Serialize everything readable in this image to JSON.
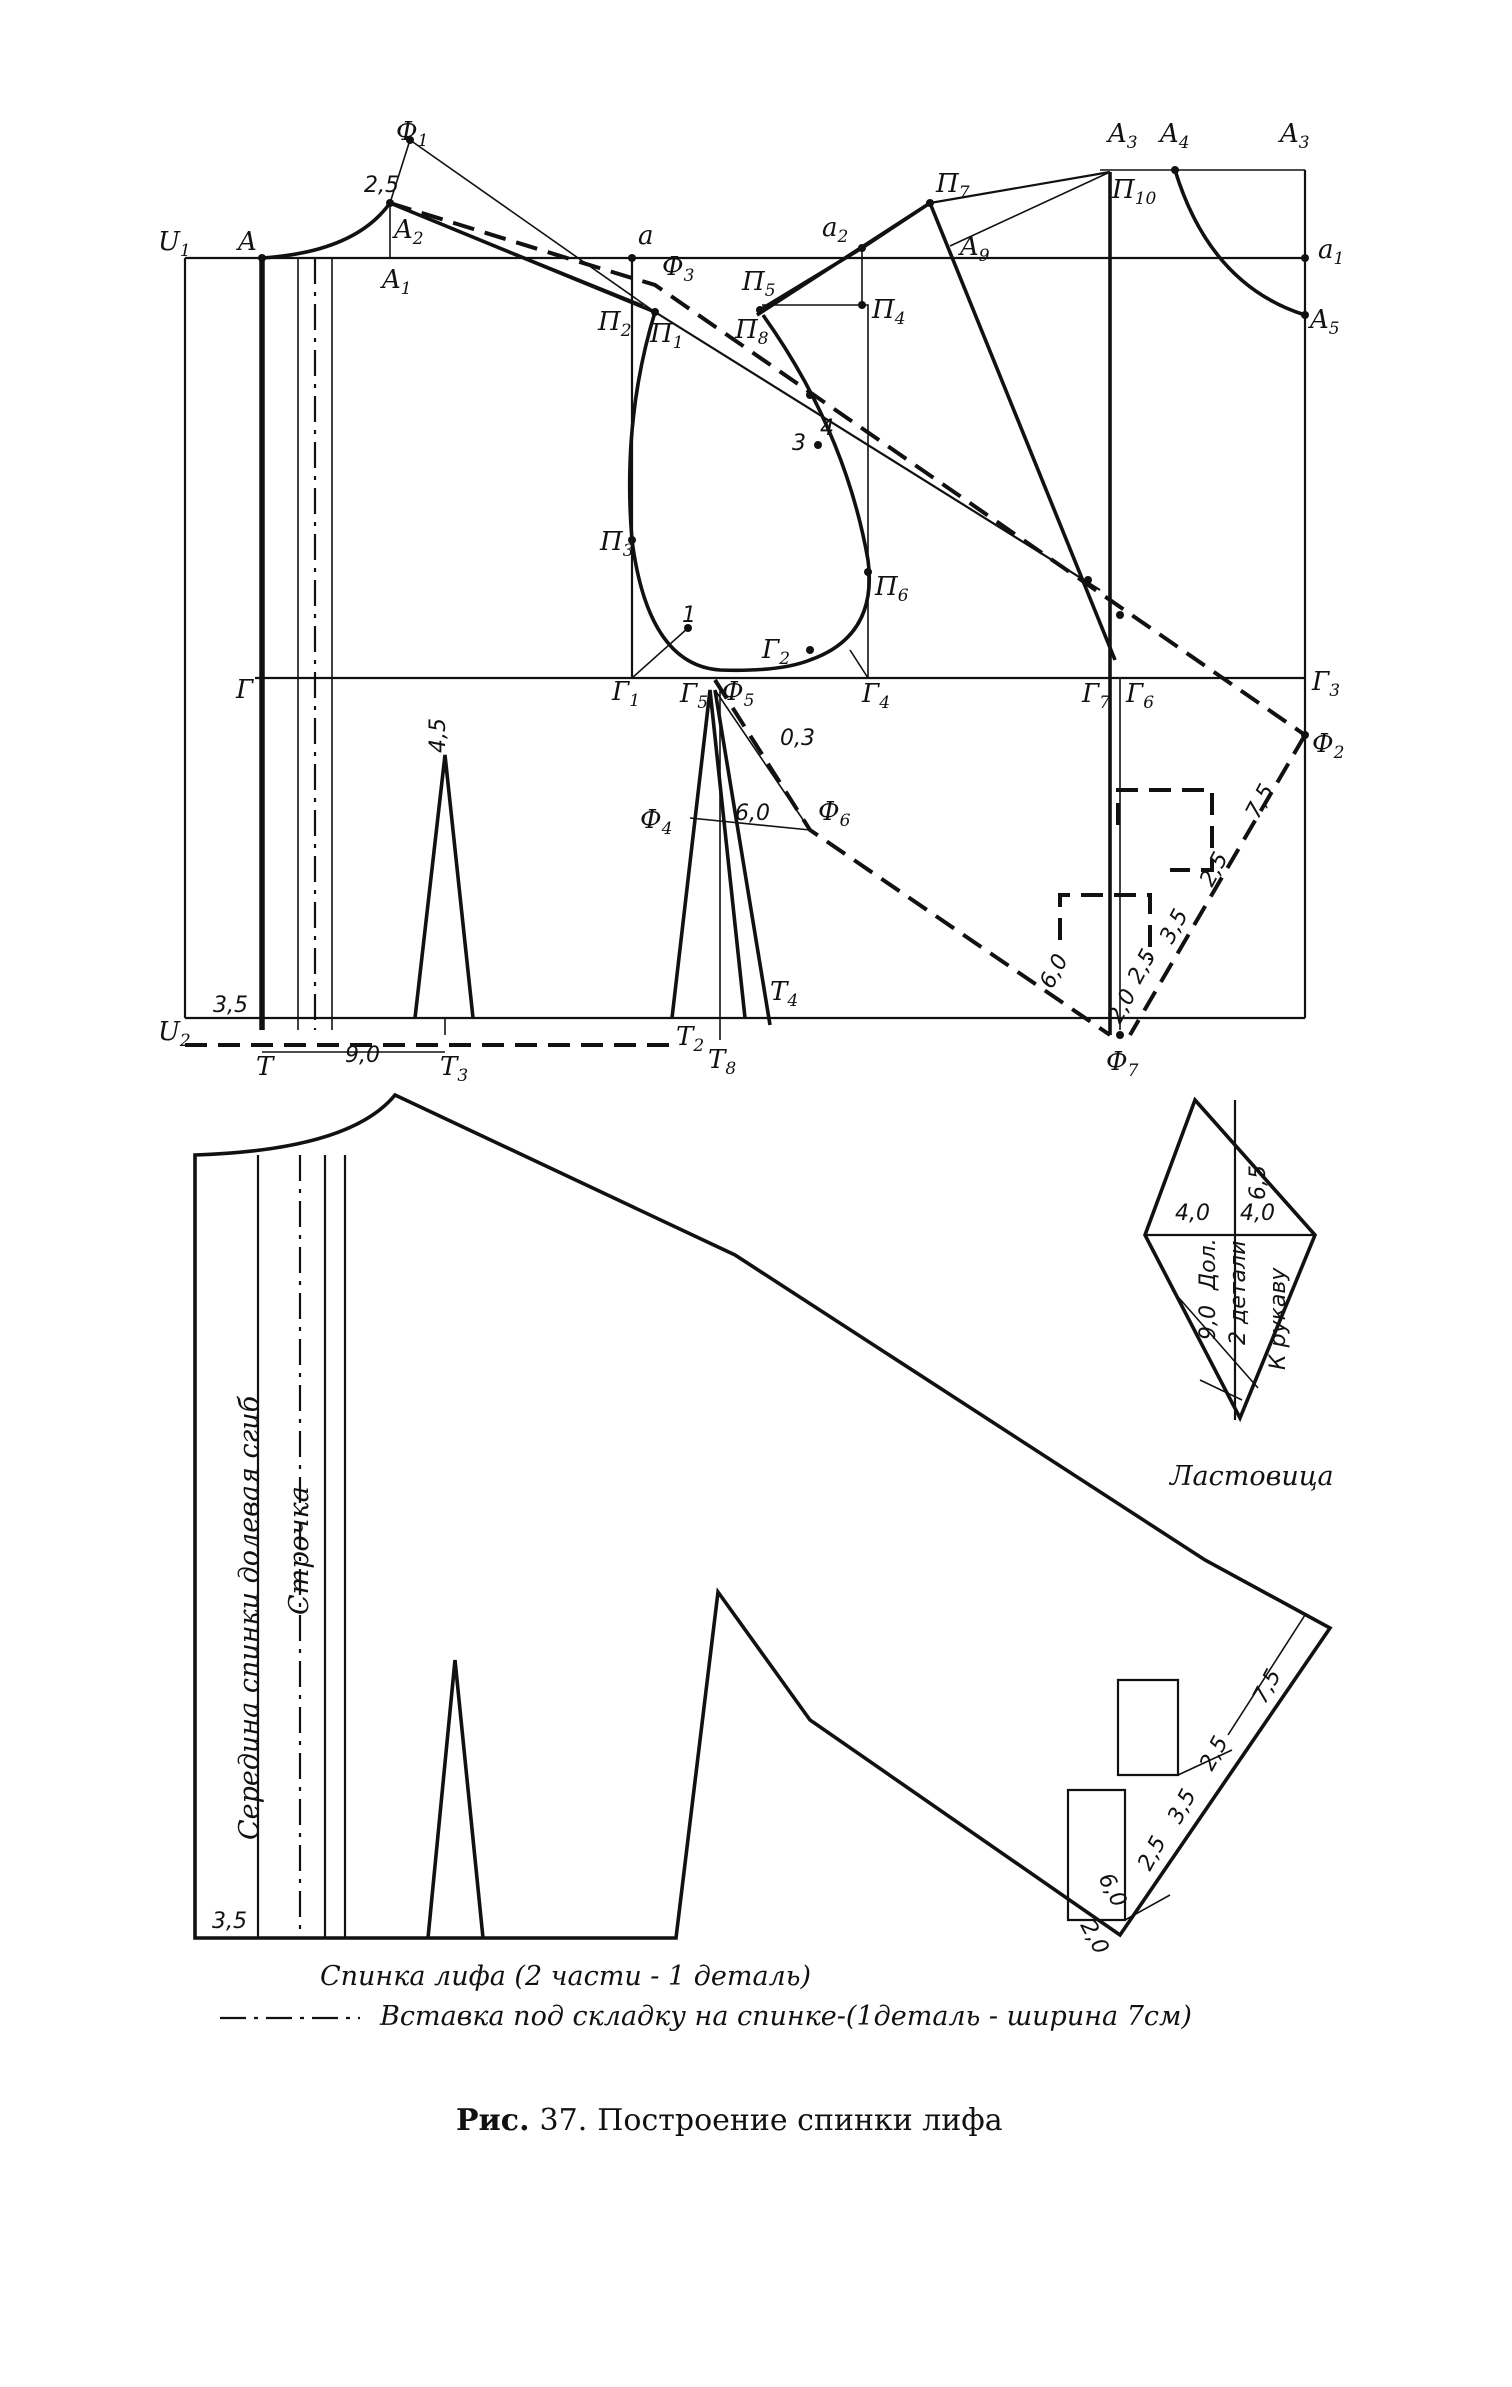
{
  "points": {
    "U1": "U",
    "U1_sub": "1",
    "U2": "U",
    "U2_sub": "2",
    "A": "A",
    "A1": "A",
    "A1_sub": "1",
    "A2": "A",
    "A2_sub": "2",
    "A3": "A",
    "A3_sub": "3",
    "A3b": "A",
    "A3b_sub": "3",
    "A4": "A",
    "A4_sub": "4",
    "A5": "A",
    "A5_sub": "5",
    "A9": "A",
    "A9_sub": "9",
    "a": "a",
    "a1": "a",
    "a1_sub": "1",
    "a2": "a",
    "a2_sub": "2",
    "F1": "Ф",
    "F1_sub": "1",
    "F2": "Ф",
    "F2_sub": "2",
    "F3": "Ф",
    "F3_sub": "3",
    "F4": "Ф",
    "F4_sub": "4",
    "F5": "Ф",
    "F5_sub": "5",
    "F6": "Ф",
    "F6_sub": "6",
    "F7": "Ф",
    "F7_sub": "7",
    "P1": "П",
    "P1_sub": "1",
    "P2": "П",
    "P2_sub": "2",
    "P3": "П",
    "P3_sub": "3",
    "P4": "П",
    "P4_sub": "4",
    "P5": "П",
    "P5_sub": "5",
    "P6": "П",
    "P6_sub": "6",
    "P7": "П",
    "P7_sub": "7",
    "P8": "П",
    "P8_sub": "8",
    "P10": "П",
    "P10_sub": "10",
    "G": "Г",
    "G1": "Г",
    "G1_sub": "1",
    "G2": "Г",
    "G2_sub": "2",
    "G3": "Г",
    "G3_sub": "3",
    "G4": "Г",
    "G4_sub": "4",
    "G5": "Г",
    "G5_sub": "5",
    "G6": "Г",
    "G6_sub": "6",
    "G7": "Г",
    "G7_sub": "7",
    "T": "Т",
    "T2": "Т",
    "T2_sub": "2",
    "T3": "Т",
    "T3_sub": "3",
    "T4": "Т",
    "T4_sub": "4",
    "T8": "Т",
    "T8_sub": "8",
    "n1": "1",
    "n3": "3",
    "n4": "4"
  },
  "dimensions": {
    "neck_offset": "2,5",
    "dart_height": "4,5",
    "dart_distance": "9,0",
    "waist_offset": "3,5",
    "side_offset": "0,3",
    "side_dart_width": "6,0",
    "vent_7_5": "7,5",
    "vent_2_5_a": "2,5",
    "vent_3_5": "3,5",
    "vent_2_5_b": "2,5",
    "vent_6_0": "6,0",
    "vent_2_0": "2,0"
  },
  "lower": {
    "waist_offset": "3,5",
    "vent_7_5": "7,5",
    "vent_2_5_a": "2,5",
    "vent_3_5": "3,5",
    "vent_2_5_b": "2,5",
    "vent_6_0": "6,0",
    "vent_2_0": "2,0",
    "center_back_label": "Середина спинки долевая сгиб",
    "stitch_label": "Строчка"
  },
  "gusset": {
    "d_6_5": "6,5",
    "d_4_0_left": "4,0",
    "d_4_0_right": "4,0",
    "d_9_0": "9,0",
    "grain": "Дол.",
    "count": "2 детали",
    "to_sleeve": "К рукаву",
    "title": "Ластовица"
  },
  "captions": {
    "piece": "Спинка лифа (2 части - 1 деталь)",
    "insert": "Вставка под складку на спинке-(1деталь - ширина 7см)",
    "figure_prefix": "Рис.",
    "figure_number": "37.",
    "figure_title": "Построение спинки лифа"
  }
}
